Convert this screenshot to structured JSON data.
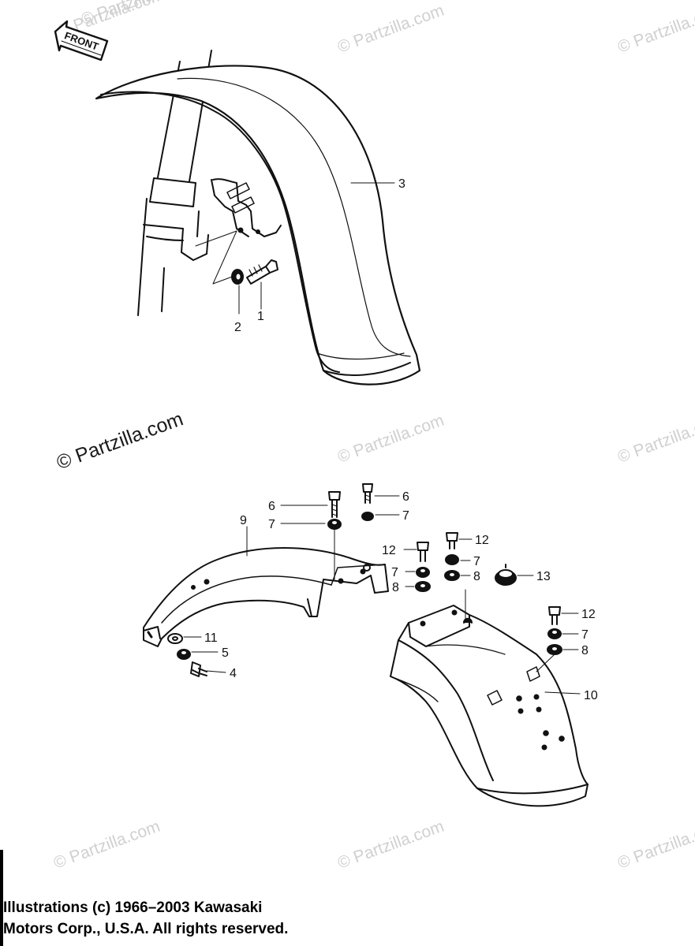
{
  "front_arrow": {
    "label": "FRONT"
  },
  "watermarks": [
    "© Partzilla.com",
    "© Partzilla.com",
    "© Partzilla.com",
    "© Partzilla.com",
    "© Partzilla.com",
    "© Partzilla.com",
    "© Partzilla.com",
    "© Partzilla.com",
    "© Partzilla.com",
    "© Partzilla.com"
  ],
  "callouts": {
    "c1": "1",
    "c2": "2",
    "c3": "3",
    "c4": "4",
    "c5": "5",
    "c6a": "6",
    "c6b": "6",
    "c7a": "7",
    "c7b": "7",
    "c7c": "7",
    "c7d": "7",
    "c7e": "7",
    "c8a": "8",
    "c8b": "8",
    "c8c": "8",
    "c9": "9",
    "c10": "10",
    "c11": "11",
    "c12a": "12",
    "c12b": "12",
    "c12c": "12",
    "c13": "13"
  },
  "copyright": {
    "line1": "Illustrations (c) 1966–2003 Kawasaki",
    "line2": "Motors Corp., U.S.A.  All rights reserved."
  }
}
